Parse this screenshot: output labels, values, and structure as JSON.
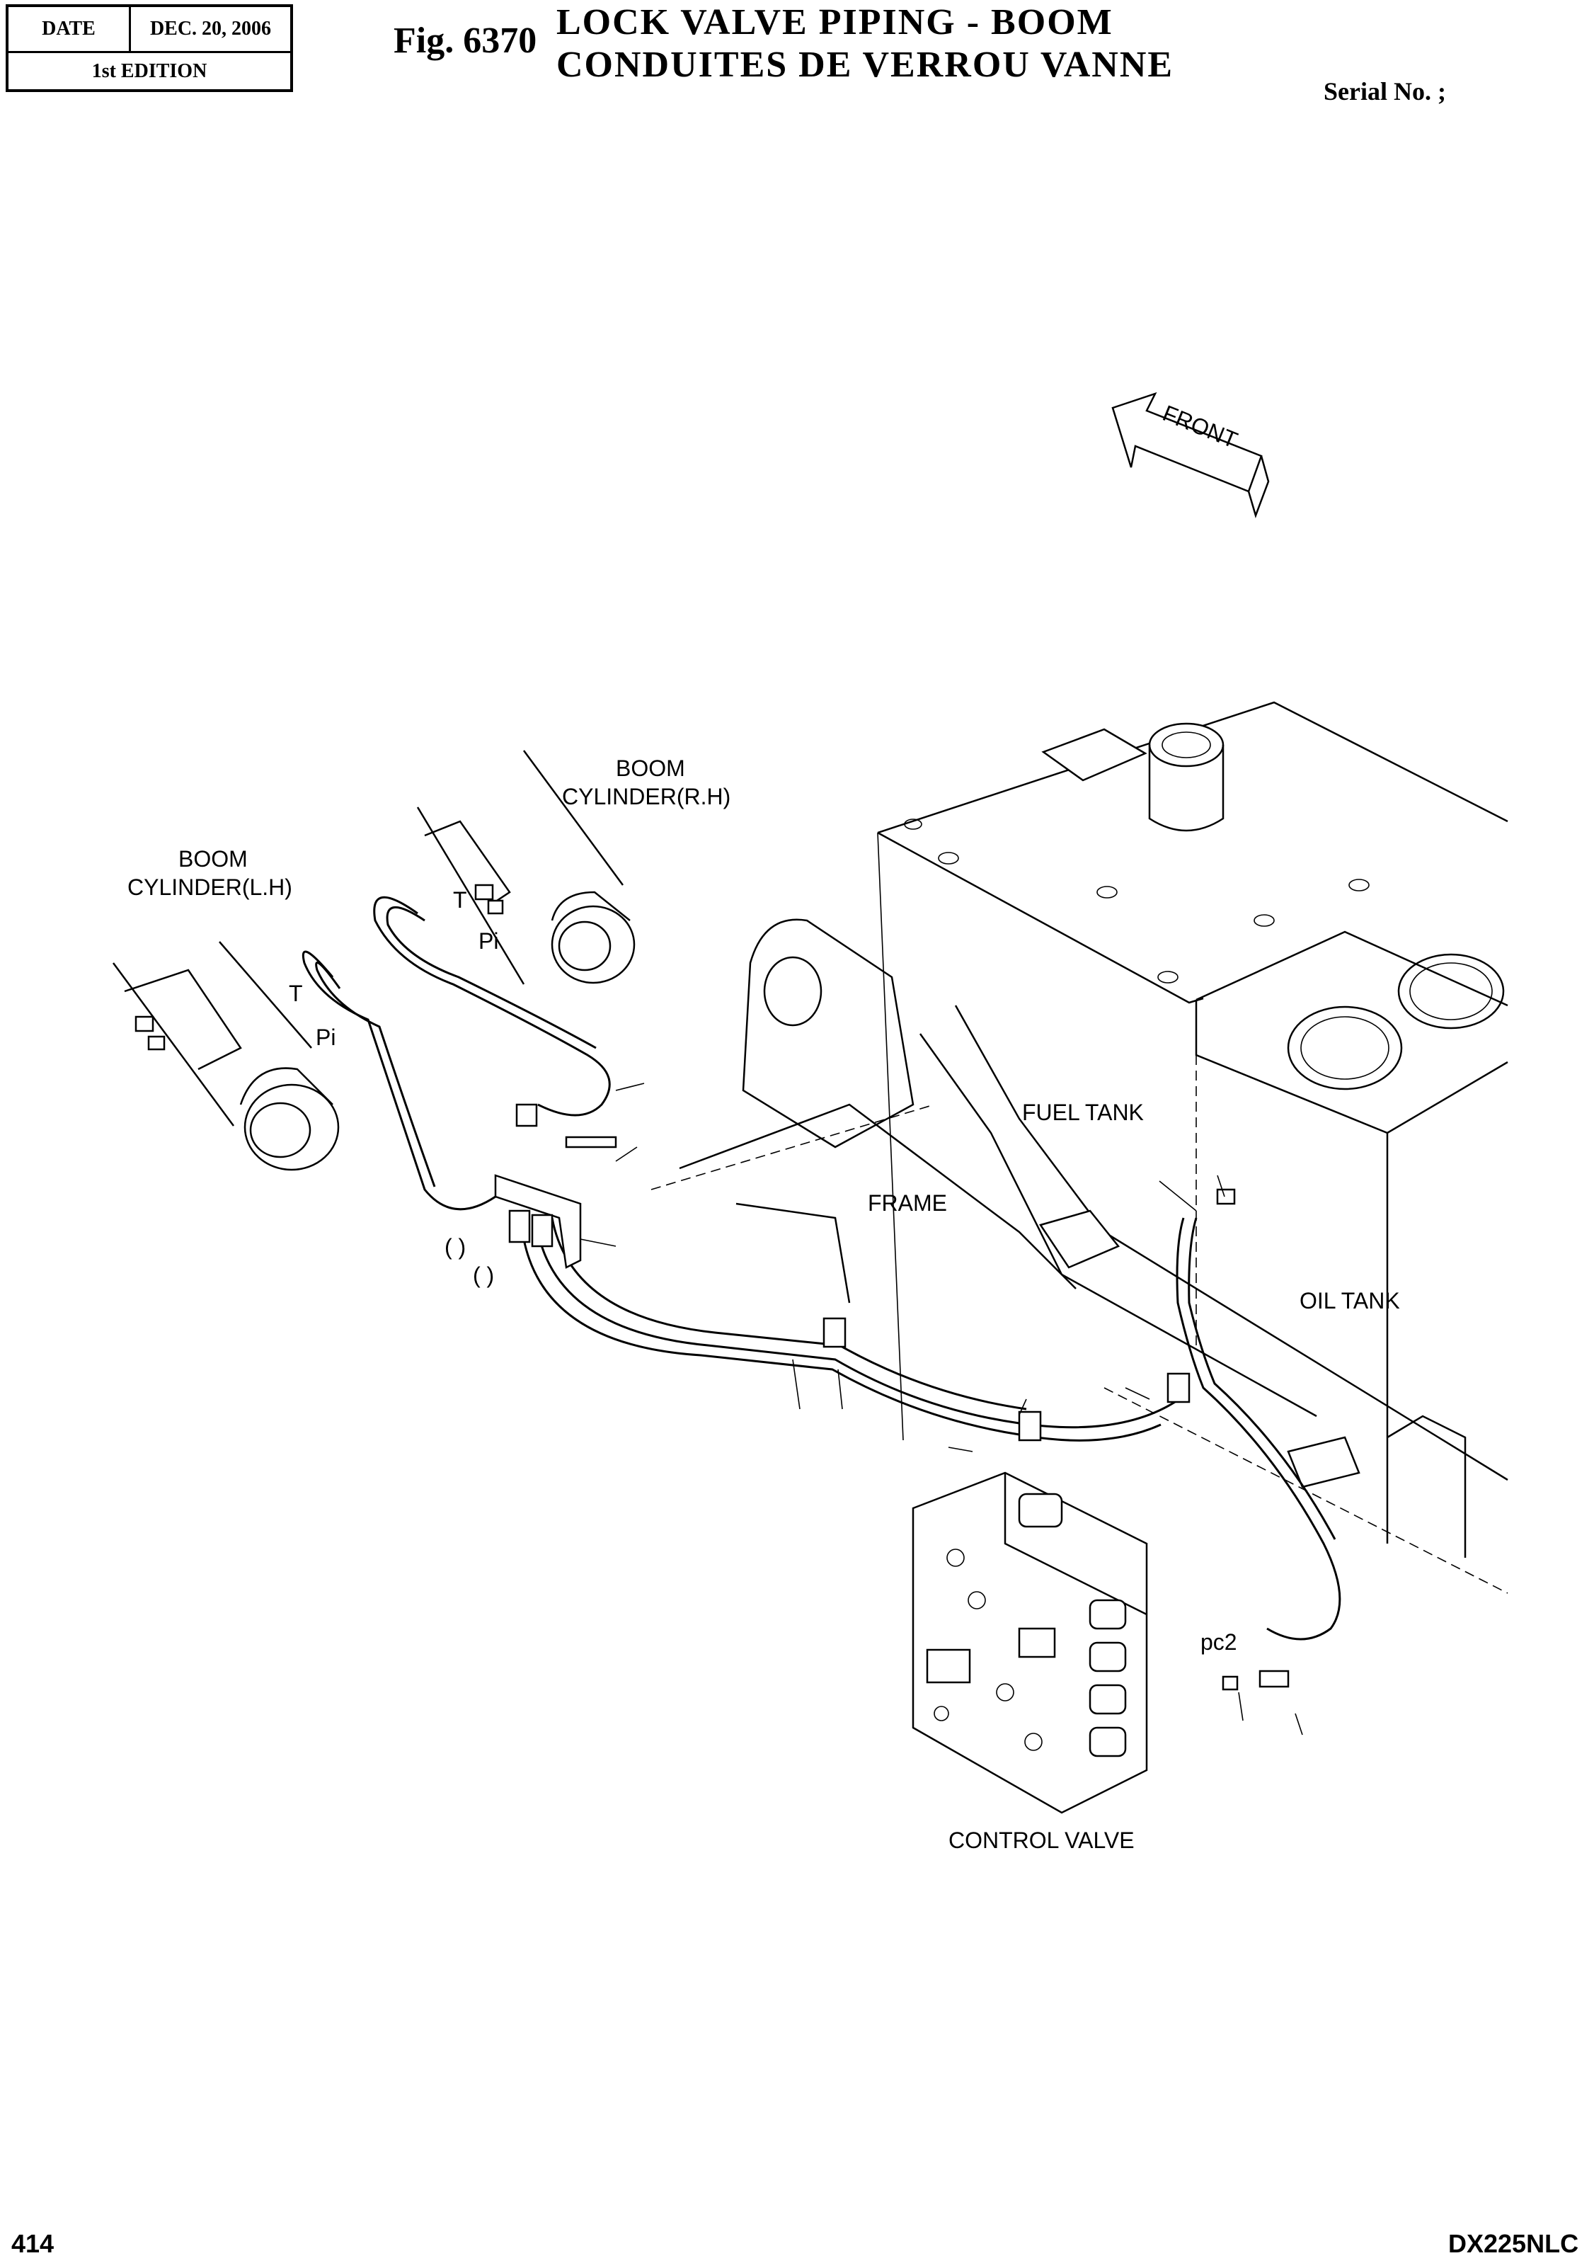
{
  "header": {
    "date_label": "DATE",
    "date_value": "DEC. 20, 2006",
    "edition": "1st EDITION",
    "fig_number": "Fig. 6370",
    "title_en": "LOCK VALVE PIPING - BOOM",
    "title_fr": "CONDUITES DE VERROU VANNE",
    "serial": "Serial No. ;"
  },
  "diagram": {
    "front_arrow": "FRONT",
    "boom_cyl_rh": [
      "BOOM",
      "CYLINDER(R.H)"
    ],
    "boom_cyl_lh": [
      "BOOM",
      "CYLINDER(L.H)"
    ],
    "port_t": "T",
    "port_pi": "Pi",
    "fuel_tank": "FUEL TANK",
    "frame": "FRAME",
    "oil_tank": "OIL TANK",
    "control_valve": "CONTROL VALVE",
    "pc2": "pc2",
    "paren": "( )"
  },
  "footer": {
    "page": "414",
    "model": "DX225NLC"
  }
}
